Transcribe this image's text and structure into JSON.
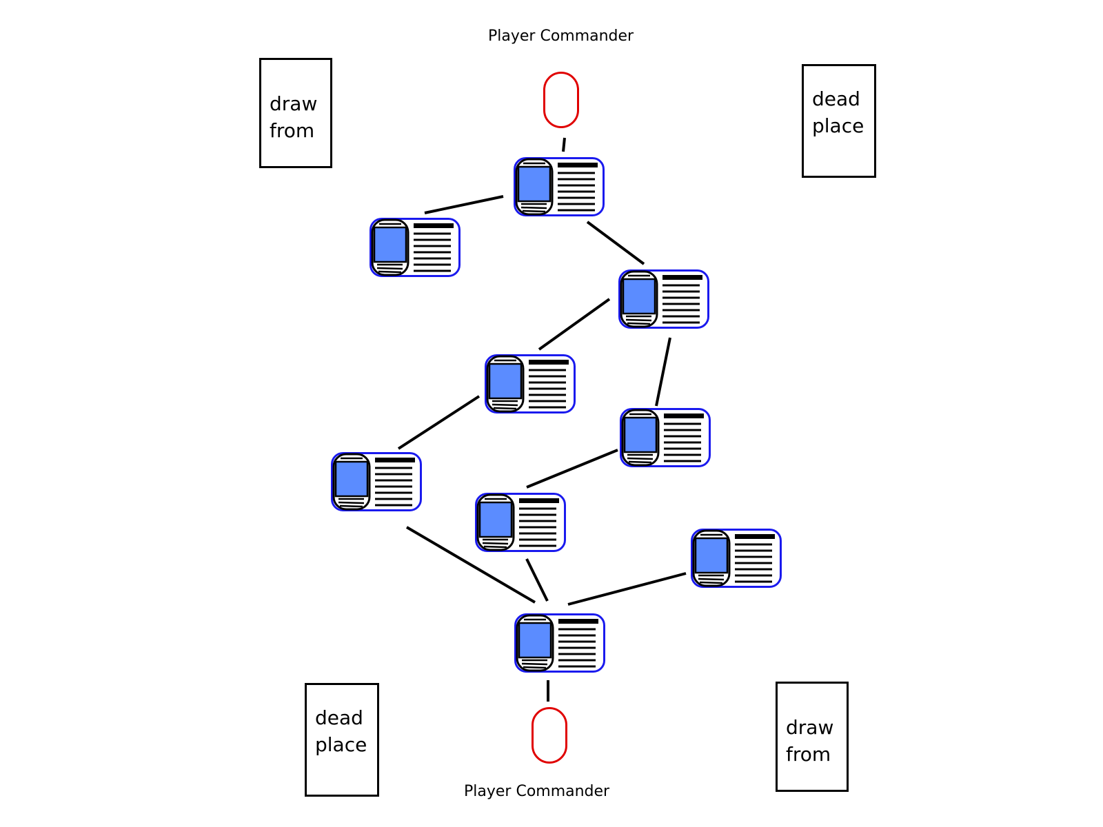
{
  "top_commander": {
    "label": "Player Commander"
  },
  "bottom_commander": {
    "label": "Player Commander"
  },
  "piles": {
    "top_left": {
      "line1": "draw",
      "line2": "from"
    },
    "top_right": {
      "line1": "dead",
      "line2": "place"
    },
    "bottom_left": {
      "line1": "dead",
      "line2": "place"
    },
    "bottom_right": {
      "line1": "draw",
      "line2": "from"
    }
  },
  "colors": {
    "commander_outline": "#e00000",
    "card_outline": "#1a1aee",
    "card_portrait": "#5b8cff",
    "lines": "#000000"
  },
  "icons": {
    "card": "unit-card-icon",
    "commander": "commander-token-icon"
  }
}
